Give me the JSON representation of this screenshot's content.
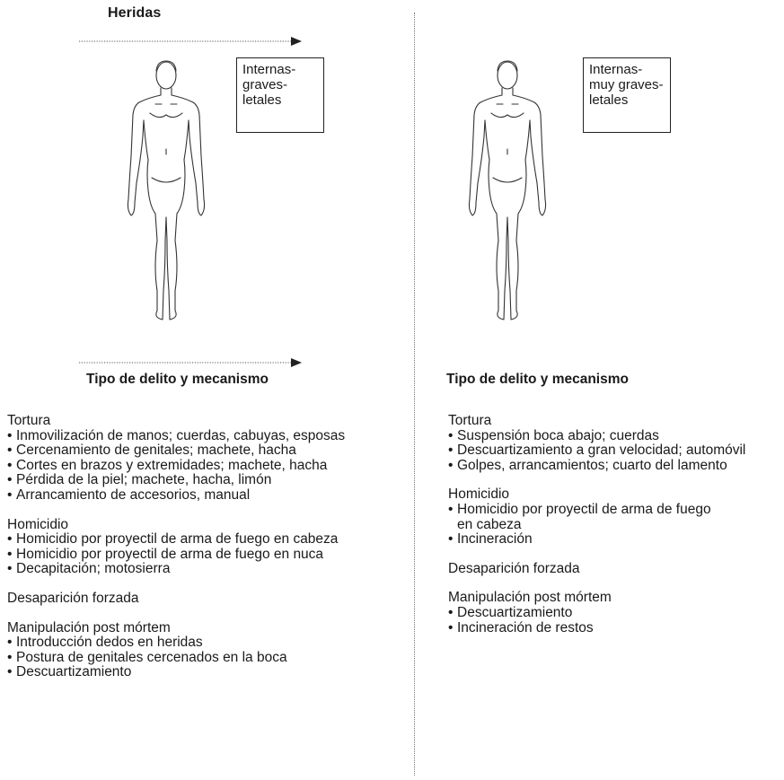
{
  "left": {
    "heading": "Heridas",
    "box_lines": [
      "Internas-",
      "graves-",
      "letales"
    ],
    "section_title": "Tipo de delito y mecanismo",
    "groups": [
      {
        "title": "Tortura",
        "items": [
          "Inmovilización de manos; cuerdas, cabuyas, esposas",
          "Cercenamiento de genitales; machete, hacha",
          "Cortes en brazos y extremidades; machete, hacha",
          "Pérdida de la piel; machete, hacha, limón",
          "Arrancamiento de accesorios, manual"
        ]
      },
      {
        "title": "Homicidio",
        "items": [
          "Homicidio por proyectil de arma de fuego en cabeza",
          "Homicidio por proyectil de arma de fuego en nuca",
          "Decapitación; motosierra"
        ]
      },
      {
        "title": "Desaparición forzada",
        "items": []
      },
      {
        "title": "Manipulación post mórtem",
        "items": [
          "Introducción dedos en heridas",
          "Postura de genitales cercenados en la boca",
          "Descuartizamiento"
        ]
      }
    ]
  },
  "right": {
    "box_lines": [
      "Internas-",
      "muy graves-",
      "letales"
    ],
    "section_title": "Tipo de delito y mecanismo",
    "groups": [
      {
        "title": "Tortura",
        "items": [
          "Suspensión boca abajo; cuerdas",
          "Descuartizamiento a gran velocidad; automóvil",
          "Golpes, arrancamientos; cuarto del lamento"
        ]
      },
      {
        "title": "Homicidio",
        "items": [
          "Homicidio por proyectil de arma de fuego",
          "en cabeza",
          "Incineración"
        ],
        "continuation_index": 1
      },
      {
        "title": "Desaparición forzada",
        "items": []
      },
      {
        "title": "Manipulación post mórtem",
        "items": [
          "Descuartizamiento",
          "Incineración de restos"
        ]
      }
    ]
  }
}
